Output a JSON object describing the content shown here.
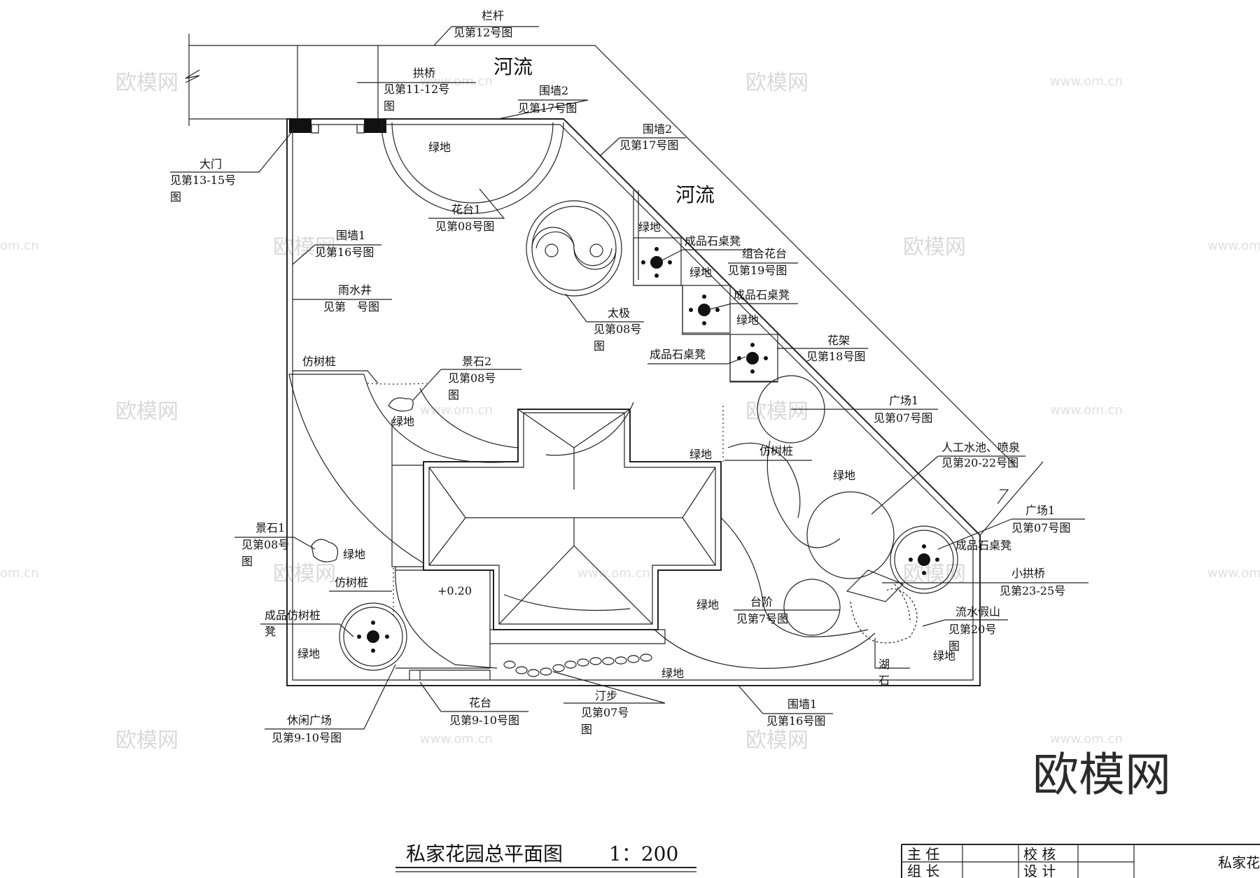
{
  "drawing": {
    "title": "私家花园总平面图",
    "scale": "1：200",
    "brand": "欧模网",
    "watermark_text": "欧模网",
    "watermark_url": "www.om.cn",
    "watermark_cn": "om.cn"
  },
  "title_block": {
    "r1c1": "主 任",
    "r1c2": "校 核",
    "r2c1": "组 长",
    "r2c2": "设 计",
    "project": "私家花"
  },
  "labels": {
    "river_top": "河流",
    "river_mid": "河流",
    "railing": "栏杆",
    "railing_ref": "见第12号图",
    "arch_bridge": "拱桥",
    "arch_bridge_ref": "见第11-12号",
    "arch_bridge_ref2": "图",
    "wall2a": "围墙2",
    "wall2a_ref": "见第17号图",
    "wall2b": "围墙2",
    "wall2b_ref": "见第17号图",
    "gate": "大门",
    "gate_ref": "见第13-15号",
    "gate_ref2": "图",
    "green_top": "绿地",
    "flower_bed1": "花台1",
    "flower_bed1_ref": "见第08号图",
    "wall1a": "围墙1",
    "wall1a_ref": "见第16号图",
    "rain_well": "雨水井",
    "rain_well_ref": "见第　号图",
    "taiji": "太极",
    "taiji_ref": "见第08号",
    "taiji_ref2": "图",
    "green_side": "绿地",
    "stone_bench_a": "成品石桌凳",
    "combo_bed": "组合花台",
    "combo_bed_ref": "见第19号图",
    "green_s2": "绿地",
    "stone_bench_b": "成品石桌凳",
    "green_s3": "绿地",
    "trellis": "花架",
    "trellis_ref": "见第18号图",
    "stone_bench_c": "成品石桌凳",
    "fake_stump_a": "仿树桩",
    "rock2": "景石2",
    "rock2_ref": "见第08号",
    "rock2_ref2": "图",
    "green_rock2": "绿地",
    "plaza1a": "广场1",
    "plaza1a_ref": "见第07号图",
    "fake_stump_b": "仿树桩",
    "green_mid": "绿地",
    "green_right": "绿地",
    "pond": "人工水池、喷泉",
    "pond_ref": "见第20-22号图",
    "plaza1b": "广场1",
    "plaza1b_ref": "见第07号图",
    "stone_bench_d": "成品石桌凳",
    "rock1": "景石1",
    "rock1_ref": "见第08号",
    "rock1_ref2": "图",
    "green_rock1": "绿地",
    "fake_stump_c": "仿树桩",
    "elev": "+0.20",
    "small_bridge": "小拱桥",
    "small_bridge_ref": "见第23-25号",
    "stump_bench": "成品仿树桩",
    "stump_bench2": "凳",
    "green_bl": "绿地",
    "green_br": "绿地",
    "steps": "台阶",
    "steps_ref": "见第7号图",
    "rockery": "流水假山",
    "rockery_ref": "见第20号",
    "rockery_ref2": "图",
    "lake_stone": "湖",
    "lake_stone2": "石",
    "green_lake": "绿地",
    "green_bottom": "绿地",
    "leisure": "休闲广场",
    "leisure_ref": "见第9-10号图",
    "flower_bed": "花台",
    "flower_bed_ref": "见第9-10号图",
    "stepping": "汀步",
    "stepping_ref": "见第07号",
    "stepping_ref2": "图",
    "wall1b": "围墙1",
    "wall1b_ref": "见第16号图"
  }
}
